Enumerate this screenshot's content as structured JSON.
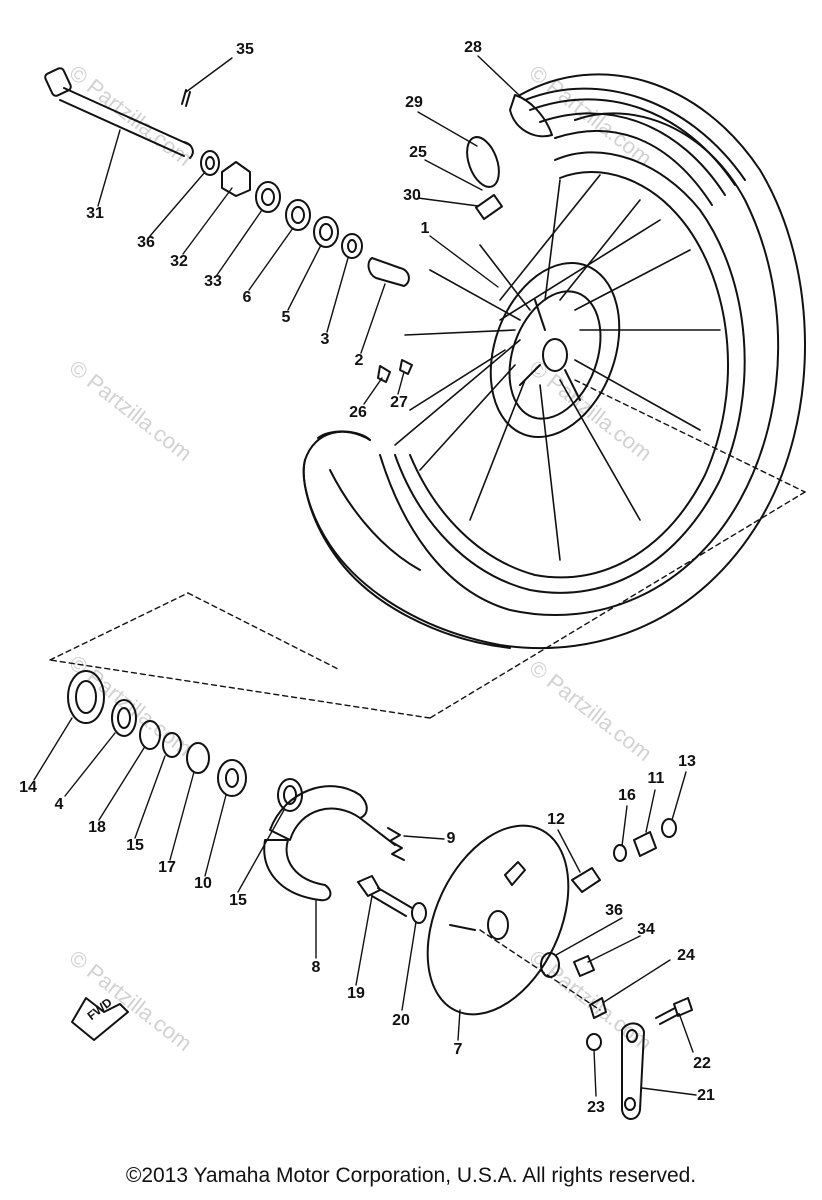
{
  "watermark_text": "© Partzilla.com",
  "footer": {
    "copyright": "©2013 Yamaha Motor Corporation, U.S.A. All rights reserved."
  },
  "fwd_label": "FWD",
  "callouts": [
    {
      "id": "35",
      "text": "35"
    },
    {
      "id": "28",
      "text": "28"
    },
    {
      "id": "29",
      "text": "29"
    },
    {
      "id": "25",
      "text": "25"
    },
    {
      "id": "30",
      "text": "30"
    },
    {
      "id": "1",
      "text": "1"
    },
    {
      "id": "31",
      "text": "31"
    },
    {
      "id": "36a",
      "text": "36"
    },
    {
      "id": "32",
      "text": "32"
    },
    {
      "id": "33",
      "text": "33"
    },
    {
      "id": "6",
      "text": "6"
    },
    {
      "id": "5",
      "text": "5"
    },
    {
      "id": "3",
      "text": "3"
    },
    {
      "id": "2",
      "text": "2"
    },
    {
      "id": "26",
      "text": "26"
    },
    {
      "id": "27",
      "text": "27"
    },
    {
      "id": "14",
      "text": "14"
    },
    {
      "id": "4",
      "text": "4"
    },
    {
      "id": "18",
      "text": "18"
    },
    {
      "id": "15a",
      "text": "15"
    },
    {
      "id": "17",
      "text": "17"
    },
    {
      "id": "10",
      "text": "10"
    },
    {
      "id": "15b",
      "text": "15"
    },
    {
      "id": "9",
      "text": "9"
    },
    {
      "id": "8",
      "text": "8"
    },
    {
      "id": "12",
      "text": "12"
    },
    {
      "id": "16",
      "text": "16"
    },
    {
      "id": "11",
      "text": "11"
    },
    {
      "id": "13",
      "text": "13"
    },
    {
      "id": "36b",
      "text": "36"
    },
    {
      "id": "34",
      "text": "34"
    },
    {
      "id": "24",
      "text": "24"
    },
    {
      "id": "19",
      "text": "19"
    },
    {
      "id": "20",
      "text": "20"
    },
    {
      "id": "7",
      "text": "7"
    },
    {
      "id": "22",
      "text": "22"
    },
    {
      "id": "23",
      "text": "23"
    },
    {
      "id": "21",
      "text": "21"
    }
  ]
}
